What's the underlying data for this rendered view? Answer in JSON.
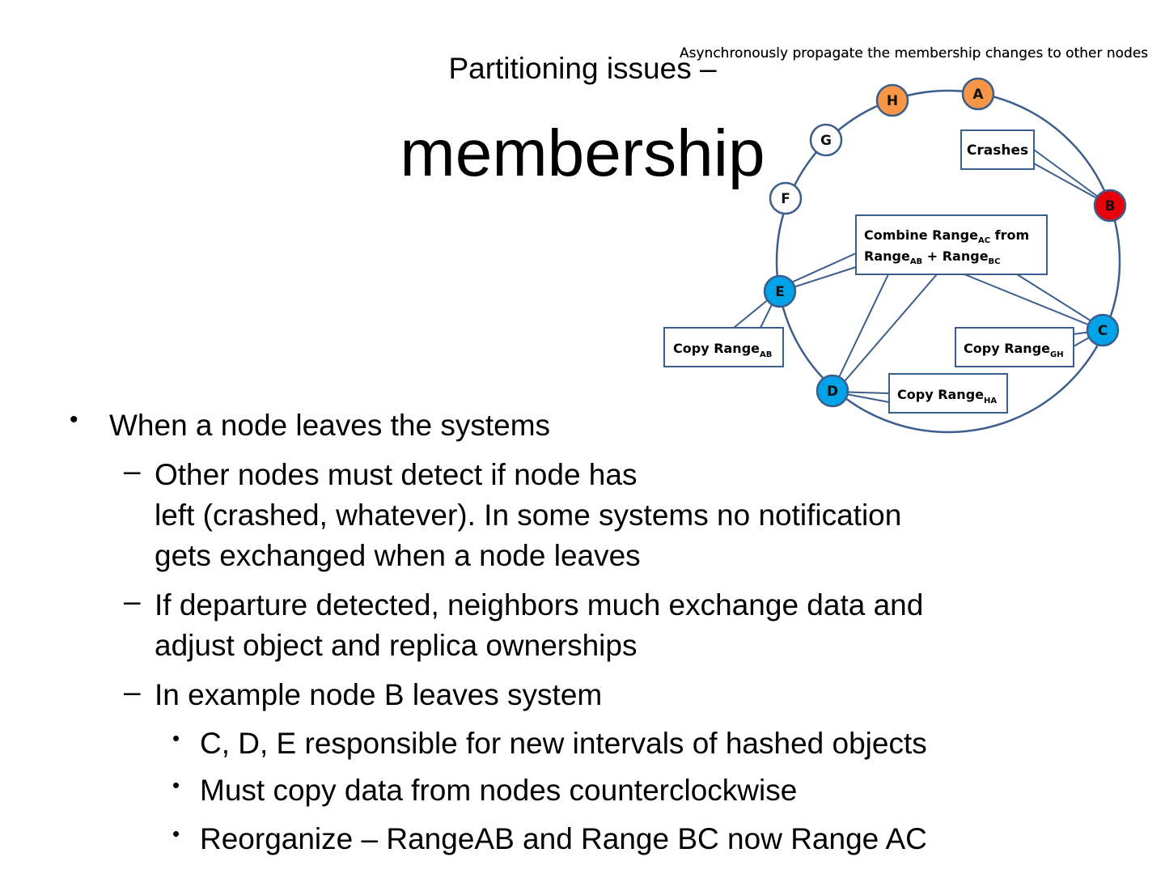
{
  "slide": {
    "title_line1": "Partitioning issues –",
    "title_line2": "membership"
  },
  "diagram": {
    "banner": "Asynchronously propagate the membership changes to other nodes",
    "nodes": [
      {
        "id": "A",
        "label": "A",
        "fill": "#F79646"
      },
      {
        "id": "H",
        "label": "H",
        "fill": "#F79646"
      },
      {
        "id": "G",
        "label": "G",
        "fill": "#ffffff"
      },
      {
        "id": "F",
        "label": "F",
        "fill": "#ffffff"
      },
      {
        "id": "B",
        "label": "B",
        "fill": "#E8000B"
      },
      {
        "id": "E",
        "label": "E",
        "fill": "#00A2E8"
      },
      {
        "id": "C",
        "label": "C",
        "fill": "#00A2E8"
      },
      {
        "id": "D",
        "label": "D",
        "fill": "#00A2E8"
      }
    ],
    "callouts": {
      "crashes": "Crashes",
      "combine_prefix": "Combine Range",
      "combine_sub1": "AC",
      "combine_mid": " from",
      "combine_line2_a": "Range",
      "combine_sub2": "AB",
      "combine_plus": " + Range",
      "combine_sub3": "BC",
      "copy_ab_main": "Copy Range",
      "copy_ab_sub": "AB",
      "copy_gh_main": "Copy Range",
      "copy_gh_sub": "GH",
      "copy_ha_main": "Copy Range",
      "copy_ha_sub": "HA"
    },
    "colors": {
      "ring": "#3B5E8C",
      "box_border": "#3B5E8C"
    }
  },
  "bullets": [
    {
      "level": 1,
      "marker": "•",
      "text": "When a node leaves the systems"
    },
    {
      "level": 2,
      "marker": "–",
      "lines": [
        "Other nodes must detect if node has",
        "left (crashed, whatever).  In some systems no notification",
        "gets exchanged when a node leaves"
      ]
    },
    {
      "level": 2,
      "marker": "–",
      "lines": [
        "If departure detected, neighbors much exchange data and",
        "adjust object and replica ownerships"
      ]
    },
    {
      "level": 2,
      "marker": "–",
      "lines": [
        "In example node B leaves system"
      ]
    },
    {
      "level": 3,
      "marker": "•",
      "text": "C, D, E responsible for new intervals of hashed objects"
    },
    {
      "level": 3,
      "marker": "•",
      "text": "Must copy data from nodes counterclockwise"
    },
    {
      "level": 3,
      "marker": "•",
      "text": "Reorganize – RangeAB and Range BC now Range AC"
    }
  ]
}
